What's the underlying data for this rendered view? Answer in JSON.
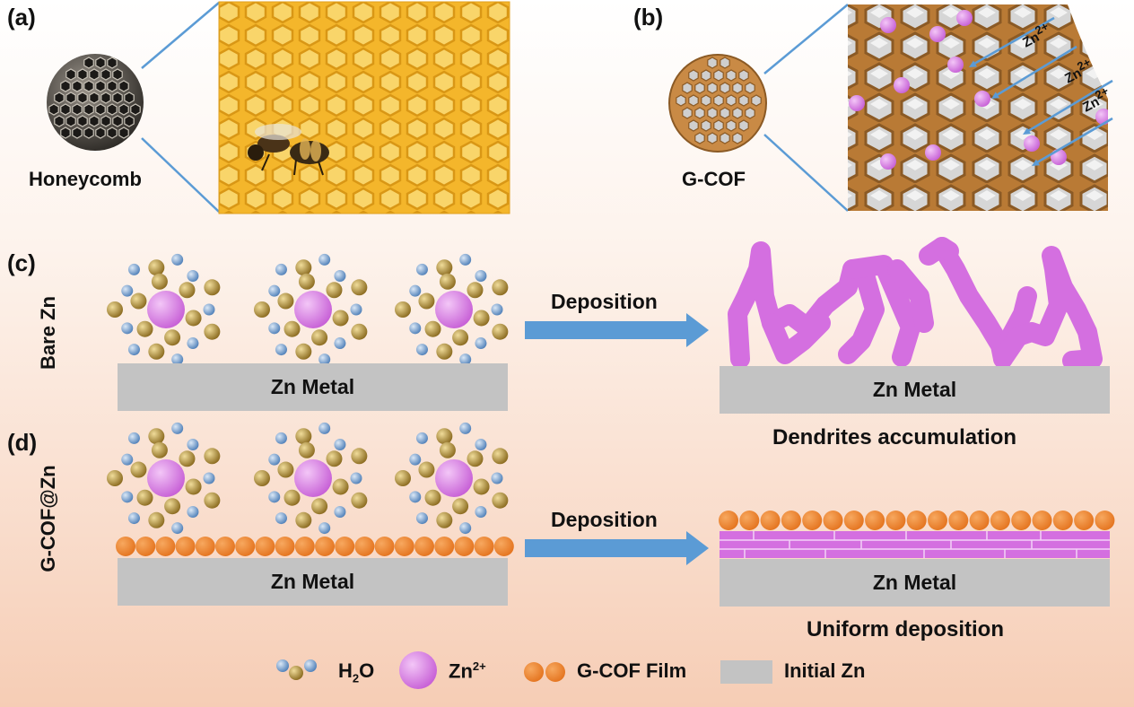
{
  "panels": {
    "a": {
      "letter": "(a)",
      "caption": "Honeycomb"
    },
    "b": {
      "letter": "(b)",
      "caption": "G-COF",
      "ion_labels": [
        "Zn",
        "Zn",
        "Zn"
      ],
      "ion_charge": "2+"
    },
    "c": {
      "letter": "(c)",
      "side_label": "Bare Zn",
      "slab_left": "Zn Metal",
      "arrow_label": "Deposition",
      "slab_right": "Zn Metal",
      "result": "Dendrites accumulation"
    },
    "d": {
      "letter": "(d)",
      "side_label": "G-COF@Zn",
      "slab_left": "Zn Metal",
      "arrow_label": "Deposition",
      "slab_right": "Zn Metal",
      "result": "Uniform deposition"
    }
  },
  "legend": {
    "h2o": "H",
    "h2o_sub": "2",
    "h2o_tail": "O",
    "zn": "Zn",
    "zn_sup": "2+",
    "film": "G-COF Film",
    "initial": "Initial Zn"
  },
  "colors": {
    "arrow": "#5b9bd5",
    "zn_ion": "#d583e0",
    "cof": "#f08a3c",
    "slab": "#c3c3c3",
    "water_blue": "#7aa7d8",
    "water_gold": "#b8963d",
    "dendrite": "#d46fe0",
    "honey": "#f2b62a"
  }
}
